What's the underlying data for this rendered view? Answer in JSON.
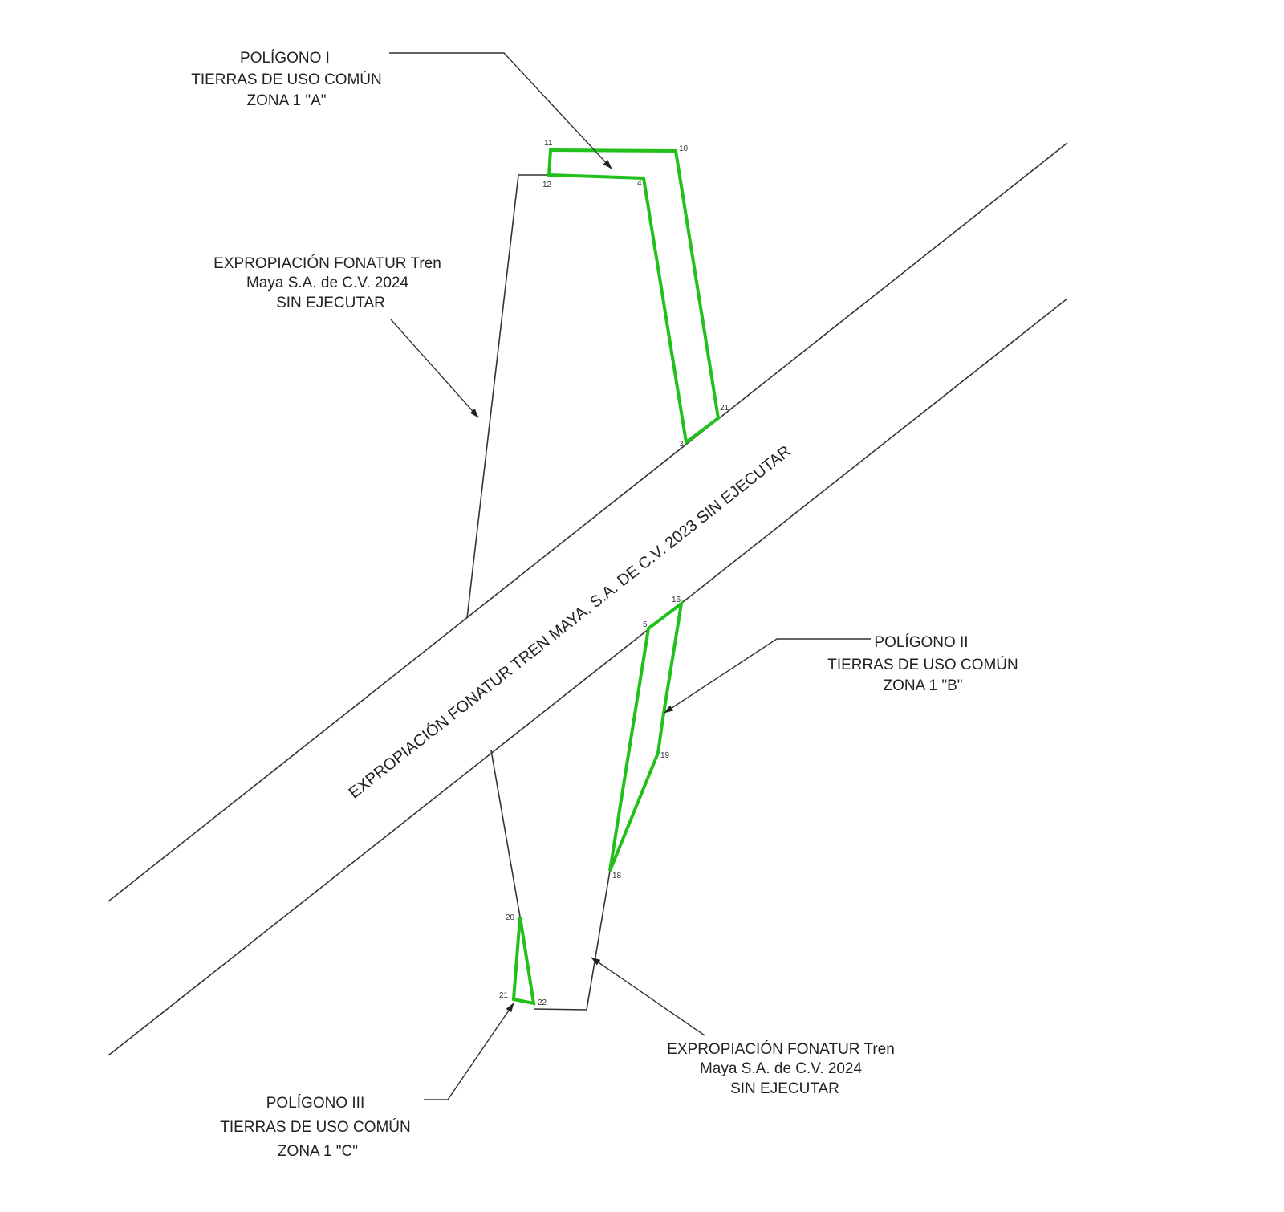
{
  "colors": {
    "polygon": "#22c01a",
    "line": "#333333"
  },
  "labels": {
    "poligono_1": [
      "POLÍGONO I",
      "TIERRAS DE USO COMÚN",
      "ZONA 1 \"A\""
    ],
    "expropiacion_2024_upper": [
      "EXPROPIACIÓN  FONATUR Tren",
      "Maya S.A. de C.V. 2024",
      "SIN EJECUTAR"
    ],
    "road": "EXPROPIACIÓN  FONATUR TREN MAYA, S.A. DE C.V. 2023 SIN EJECUTAR",
    "poligono_2": [
      "POLÍGONO II",
      "TIERRAS DE USO COMÚN",
      "ZONA 1 \"B\""
    ],
    "poligono_3": [
      "POLÍGONO III",
      "TIERRAS DE USO COMÚN",
      "ZONA 1 \"C\""
    ],
    "expropiacion_2024_lower": [
      "EXPROPIACIÓN  FONATUR Tren",
      "Maya S.A. de C.V. 2024",
      "SIN EJECUTAR"
    ]
  },
  "points": {
    "p11": "11",
    "p10": "10",
    "p12": "12",
    "p4": "4",
    "p21a": "21",
    "p3": "3",
    "p16": "16",
    "p5": "5",
    "p19": "19",
    "p18": "18",
    "p20": "20",
    "p21b": "21",
    "p22": "22"
  }
}
